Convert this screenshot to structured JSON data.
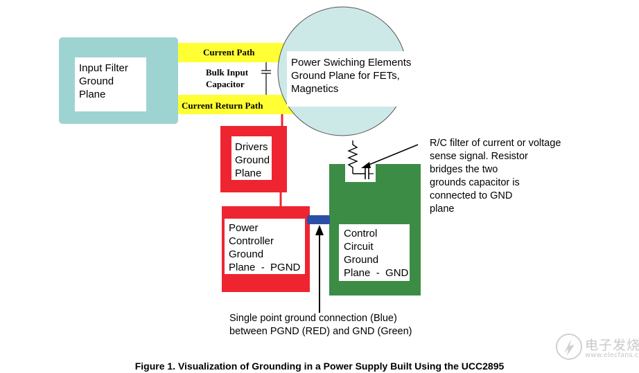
{
  "colors": {
    "teal": "#9dd4d2",
    "yellow": "#ffff33",
    "red": "#ee2530",
    "green": "#3c8c46",
    "light_cyan": "#cde9e7",
    "blue": "#2d4fa8"
  },
  "input_filter": {
    "label": "Input Filter\nGround\nPlane"
  },
  "current_path": {
    "label": "Current Path"
  },
  "bulk_capacitor": {
    "label": "Bulk Input\nCapacitor"
  },
  "current_return_path": {
    "label": "Current Return Path"
  },
  "switching_elements": {
    "label": "Power Swiching Elements\nGround Plane for FETs,\nMagnetics"
  },
  "drivers_plane": {
    "label": "Drivers\nGround\nPlane"
  },
  "power_controller_plane": {
    "label": "Power\nController\nGround\nPlane  -  PGND"
  },
  "control_circuit_plane": {
    "label": "Control\nCircuit\nGround\nPlane  -  GND"
  },
  "rc_filter_note": {
    "text": "R/C filter of current or voltage\nsense signal. Resistor\nbridges the two\ngrounds capacitor is\nconnected to GND\nplane"
  },
  "single_point_note": {
    "text": "Single point ground connection (Blue)\nbetween PGND (RED) and GND (Green)"
  },
  "caption": {
    "text": "Figure 1. Visualization of Grounding in a Power Supply Built Using the UCC2895"
  },
  "watermark": {
    "cn": "电子发烧友",
    "url": "www.elecfans.com"
  }
}
